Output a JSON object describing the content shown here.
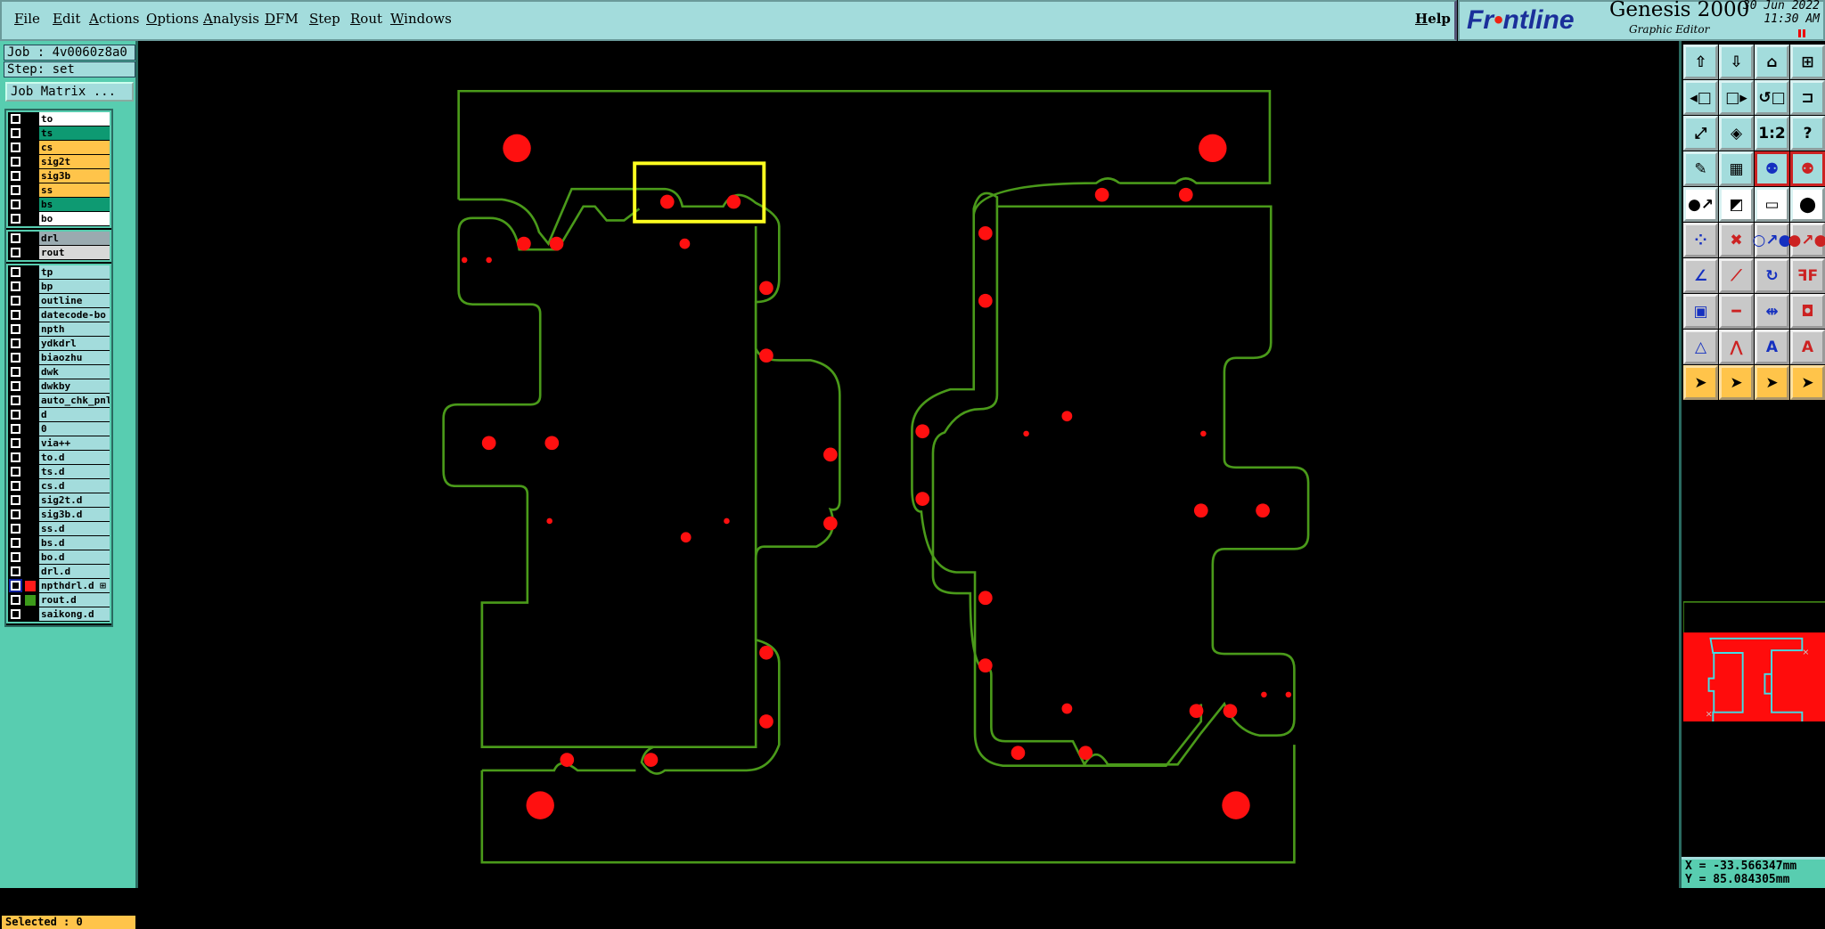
{
  "menu": {
    "items": [
      "File",
      "Edit",
      "Actions",
      "Options",
      "Analysis",
      "DFM",
      "Step",
      "Rout",
      "Windows"
    ],
    "help": "Help"
  },
  "logo": {
    "brand_pre": "Fr",
    "brand_o": "•",
    "brand_post": "ntline",
    "product": "Genesis 2000",
    "subtitle": "Graphic Editor",
    "date": "30 Jun 2022",
    "time": "11:30 AM"
  },
  "job": {
    "job_label": "Job : 4v0060z8a0",
    "step_label": "Step: set",
    "matrix_button": "Job Matrix ..."
  },
  "layer_groups": [
    [
      {
        "name": "to",
        "color": "#ffffff"
      },
      {
        "name": "ts",
        "color": "#0e9a72"
      },
      {
        "name": "cs",
        "color": "#ffc44a"
      },
      {
        "name": "sig2t",
        "color": "#ffc44a"
      },
      {
        "name": "sig3b",
        "color": "#ffc44a"
      },
      {
        "name": "ss",
        "color": "#ffc44a"
      },
      {
        "name": "bs",
        "color": "#0e9a72"
      },
      {
        "name": "bo",
        "color": "#ffffff"
      }
    ],
    [
      {
        "name": "drl",
        "color": "#9aaab0"
      },
      {
        "name": "rout",
        "color": "#d8d8d8"
      }
    ],
    [
      {
        "name": "tp"
      },
      {
        "name": "bp"
      },
      {
        "name": "outline"
      },
      {
        "name": "datecode-bo"
      },
      {
        "name": "npth"
      },
      {
        "name": "ydkdrl"
      },
      {
        "name": "biaozhu"
      },
      {
        "name": "dwk"
      },
      {
        "name": "dwkby"
      },
      {
        "name": "auto_chk_pnl"
      },
      {
        "name": "d"
      },
      {
        "name": "0"
      },
      {
        "name": "via++"
      },
      {
        "name": "to.d"
      },
      {
        "name": "ts.d"
      },
      {
        "name": "cs.d"
      },
      {
        "name": "sig2t.d"
      },
      {
        "name": "sig3b.d"
      },
      {
        "name": "ss.d"
      },
      {
        "name": "bs.d"
      },
      {
        "name": "bo.d"
      },
      {
        "name": "drl.d"
      },
      {
        "name": "npthdrl.d ⊞",
        "swatch": "#ff1a1a",
        "active": true
      },
      {
        "name": "rout.d",
        "swatch": "#3c9a1a"
      },
      {
        "name": "saikong.d"
      }
    ]
  ],
  "status": {
    "selected": "Selected : 0"
  },
  "coords": {
    "x": "X = -33.566347mm",
    "y": "Y = 85.084305mm"
  },
  "colors": {
    "outline": "#4a9a1a",
    "holes": "#ff1010",
    "highlight": "#ffff20",
    "panel": "#58cdb0",
    "menu": "#a3dcdc"
  },
  "toolbar": [
    {
      "icon": "move-up-icon",
      "g": "⇧",
      "c": ""
    },
    {
      "icon": "move-down-icon",
      "g": "⇩",
      "c": ""
    },
    {
      "icon": "home-icon",
      "g": "⌂",
      "c": ""
    },
    {
      "icon": "xy-grid-icon",
      "g": "⊞",
      "c": ""
    },
    {
      "icon": "pan-left-icon",
      "g": "◂□",
      "c": ""
    },
    {
      "icon": "pan-right-icon",
      "g": "□▸",
      "c": ""
    },
    {
      "icon": "undo-view-icon",
      "g": "↺□",
      "c": ""
    },
    {
      "icon": "snap-icon",
      "g": "⊐",
      "c": ""
    },
    {
      "icon": "zoom-out-icon",
      "g": "⤢",
      "c": ""
    },
    {
      "icon": "zoom-in-icon",
      "g": "◈",
      "c": ""
    },
    {
      "icon": "scale-1-2-icon",
      "g": "1:2",
      "c": ""
    },
    {
      "icon": "help-icon",
      "g": "?",
      "c": ""
    },
    {
      "icon": "tools-icon",
      "g": "✎",
      "c": ""
    },
    {
      "icon": "grid-icon",
      "g": "▦",
      "c": ""
    },
    {
      "icon": "netlist-blue-icon",
      "g": "⚉",
      "c": "r"
    },
    {
      "icon": "netlist-black-icon",
      "g": "⚉",
      "c": "r"
    },
    {
      "icon": "add-feature-icon",
      "g": "●↗",
      "c": "w"
    },
    {
      "icon": "select-window-icon",
      "g": "◩",
      "c": "w"
    },
    {
      "icon": "measure-ruler-icon",
      "g": "▭",
      "c": "w"
    },
    {
      "icon": "pad-icon",
      "g": "⬤",
      "c": "w"
    },
    {
      "icon": "connect-icon",
      "g": "⁘",
      "c": "g"
    },
    {
      "icon": "delete-icon",
      "g": "✖",
      "c": "g"
    },
    {
      "icon": "move-pad-icon",
      "g": "○↗●",
      "c": "g"
    },
    {
      "icon": "copy-pad-icon",
      "g": "●↗●",
      "c": "g"
    },
    {
      "icon": "move-line-icon",
      "g": "∠",
      "c": "g"
    },
    {
      "icon": "stretch-line-icon",
      "g": "⟋",
      "c": "g"
    },
    {
      "icon": "rotate-icon",
      "g": "↻",
      "c": "g"
    },
    {
      "icon": "mirror-icon",
      "g": "ꟻF",
      "c": "g"
    },
    {
      "icon": "resize-icon",
      "g": "▣",
      "c": "g"
    },
    {
      "icon": "break-line-icon",
      "g": "━",
      "c": "g"
    },
    {
      "icon": "align-icon",
      "g": "⇹",
      "c": "g"
    },
    {
      "icon": "merge-icon",
      "g": "◘",
      "c": "g"
    },
    {
      "icon": "outline-arc-icon",
      "g": "△",
      "c": "g"
    },
    {
      "icon": "outline-chevron-icon",
      "g": "⋀",
      "c": "g"
    },
    {
      "icon": "outline-trap-icon",
      "g": "A",
      "c": "g"
    },
    {
      "icon": "outline-cut-icon",
      "g": "A",
      "c": "g"
    },
    {
      "icon": "pointer-icon",
      "g": "➤",
      "c": "y"
    },
    {
      "icon": "pointer-box-icon",
      "g": "➤",
      "c": "y"
    },
    {
      "icon": "pointer-poly-icon",
      "g": "➤",
      "c": "y"
    },
    {
      "icon": "pointer-net-icon",
      "g": "➤",
      "c": "y"
    }
  ]
}
